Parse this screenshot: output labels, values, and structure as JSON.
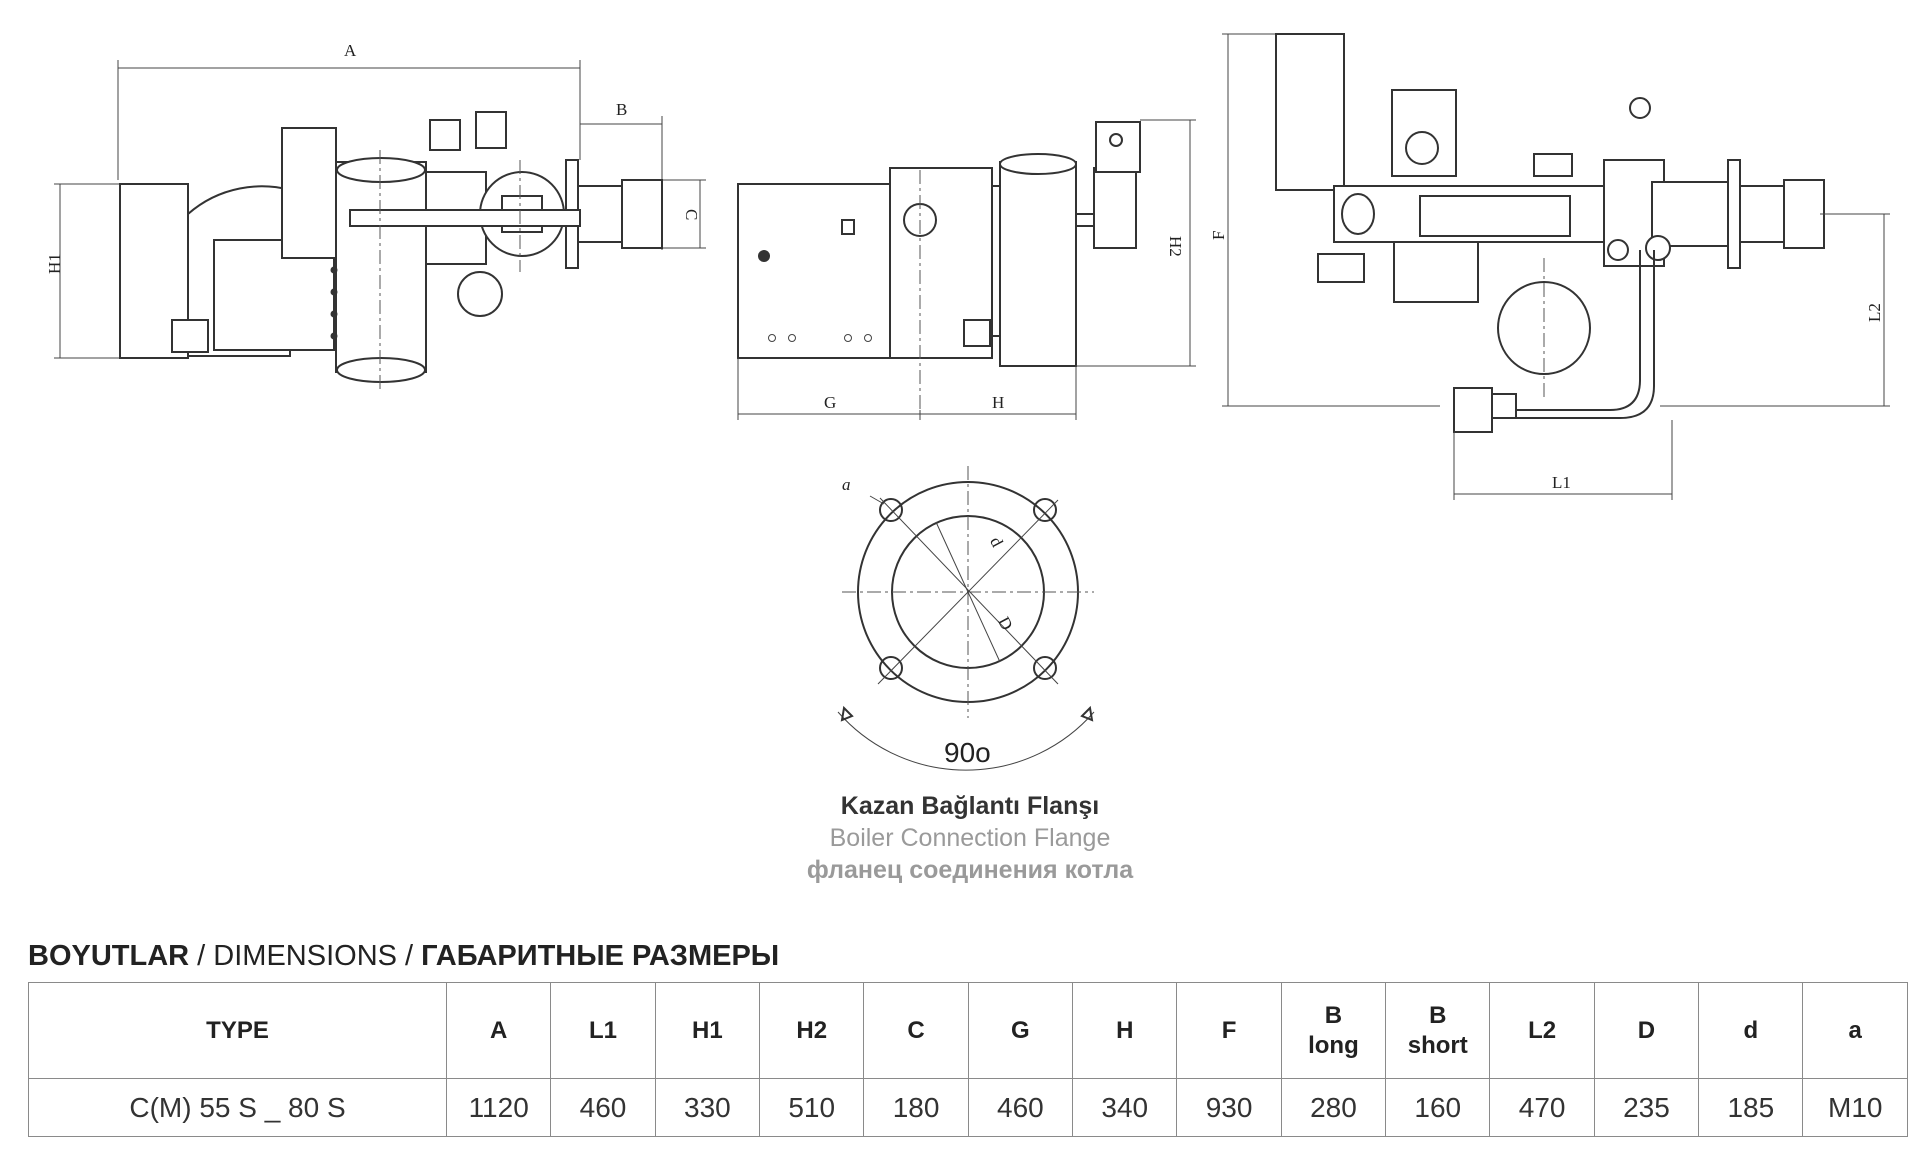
{
  "drawing_labels": {
    "A": "A",
    "B": "B",
    "C": "C",
    "H1": "H1",
    "H2": "H2",
    "G": "G",
    "H": "H",
    "F": "F",
    "L1": "L1",
    "L2": "L2",
    "a": "a",
    "d": "d",
    "D": "D",
    "angle": "90o"
  },
  "flange_caption": {
    "turkish": "Kazan Bağlantı Flanşı",
    "english": "Boiler Connection Flange",
    "russian": "фланец соединения котла"
  },
  "dimensions_title": {
    "turkish": "BOYUTLAR",
    "sep": "/",
    "english": "DIMENSIONS",
    "russian": "ГАБАРИТНЫЕ РАЗМЕРЫ"
  },
  "table": {
    "headers": [
      "TYPE",
      "A",
      "L1",
      "H1",
      "H2",
      "C",
      "G",
      "H",
      "F",
      "B\nlong",
      "B\nshort",
      "L2",
      "D",
      "d",
      "a"
    ],
    "rows": [
      [
        "C(M) 55 S _ 80 S",
        "1120",
        "460",
        "330",
        "510",
        "180",
        "460",
        "340",
        "930",
        "280",
        "160",
        "470",
        "235",
        "185",
        "M10"
      ]
    ]
  },
  "colors": {
    "line": "#333333",
    "caption_grey": "#9a9a9a",
    "table_border": "#8a8a8a"
  }
}
